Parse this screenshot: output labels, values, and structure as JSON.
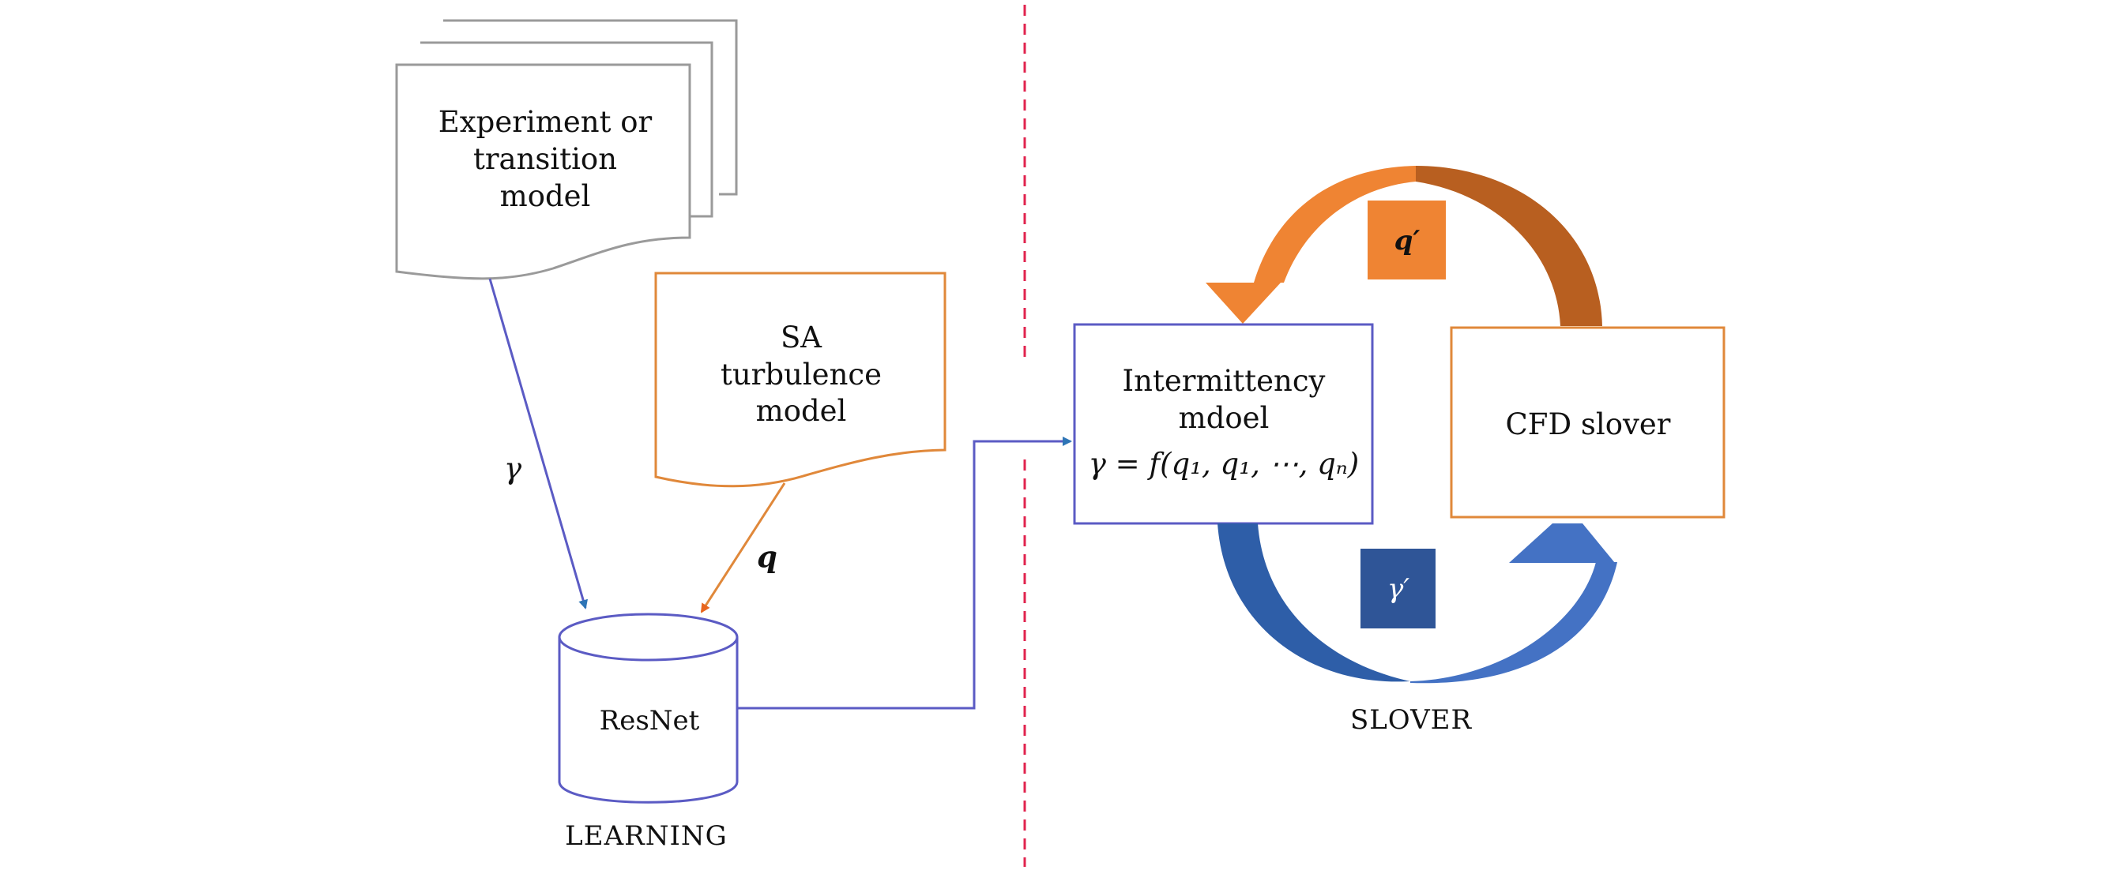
{
  "colors": {
    "gray_doc": "#9a9a9a",
    "orange_doc": "#e0883a",
    "blue_line": "#5b5bc4",
    "arrow_blue_tip": "#2e75b6",
    "divider": "#e0234e",
    "orange_arrow_left": "#ef8433",
    "orange_arrow_right": "#b85f20",
    "orange_box": "#ef8433",
    "blue_arrow_left": "#2e5ea8",
    "blue_arrow_right": "#4472c4",
    "blue_box": "#2f5597"
  },
  "learning": {
    "experiment_doc": {
      "lines": [
        "Experiment or",
        "transition",
        "model"
      ]
    },
    "sa_doc": {
      "lines": [
        "SA",
        "turbulence",
        "model"
      ]
    },
    "gamma_edge_label": "γ",
    "q_edge_label": "q",
    "resnet_label": "ResNet",
    "section_label": "LEARNING"
  },
  "solver": {
    "intermittency_box": {
      "lines": [
        "Intermittency",
        "mdoel"
      ],
      "formula": "γ = f(q₁, q₁, ⋯, qₙ)"
    },
    "cfd_box": {
      "label": "CFD slover"
    },
    "q_prime_label": "q′",
    "gamma_prime_label": "γ′",
    "section_label": "SLOVER"
  }
}
